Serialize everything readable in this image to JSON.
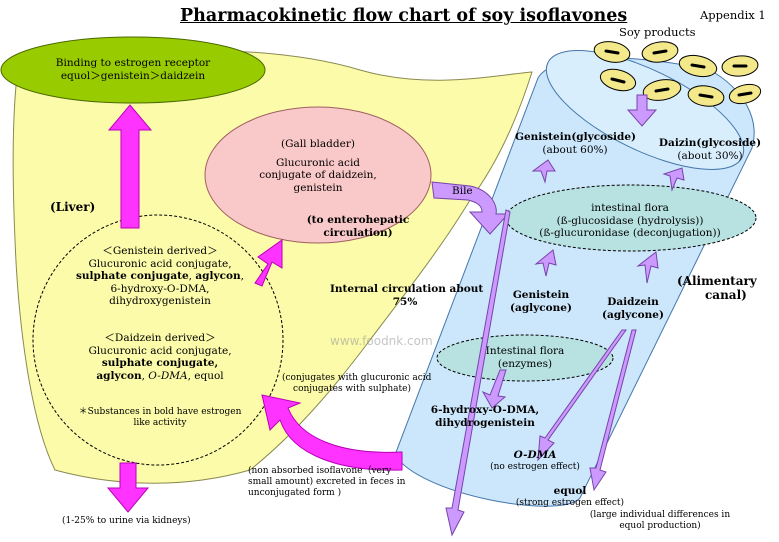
{
  "title": "Pharmacokinetic flow chart of soy isoflavones",
  "appendix": "Appendix 1",
  "soy_products": "Soy products",
  "estrogen_receptor": {
    "line1": "Binding to estrogen receptor",
    "line2": "equol＞genistein＞daidzein"
  },
  "liver_label": "(Liver)",
  "gall_bladder": {
    "line1": "(Gall bladder)",
    "line2": "Glucuronic acid",
    "line3": "conjugate of daidzein,",
    "line4": "genistein"
  },
  "enterohepatic": {
    "line1": "(to enterohepatic",
    "line2": "circulation)"
  },
  "bile": "Bile",
  "genistein_derived": {
    "heading": "＜Genistein derived＞",
    "line1": "Glucuronic acid conjugate,",
    "line2a": "sulphate conjugate",
    "line2b": ", ",
    "line2c": "aglycon",
    "line2d": ",",
    "line3": "6-hydroxy-O-DMA,",
    "line4": "dihydroxygenistein"
  },
  "daidzein_derived": {
    "heading": "＜Daidzein derived＞",
    "line1": "Glucuronic acid conjugate,",
    "line2": "sulphate conjugate,",
    "line3a": "aglycon",
    "line3b": ", ",
    "line3c": "O-DMA",
    "line3d": ", equol"
  },
  "bold_note": {
    "line1": "＊Substances in bold have estrogen",
    "line2": "like activity"
  },
  "internal_circulation": {
    "line1": "Internal circulation about",
    "line2": "75%"
  },
  "watermark": "www.foodnk.com",
  "conjugates_note": {
    "line1": "(conjugates with glucuronic acid",
    "line2": "conjugates with sulphate)"
  },
  "non_absorbed": {
    "line1": "(non absorbed isoflavone（very",
    "line2": "small amount) excreted in feces in",
    "line3": "unconjugated form )"
  },
  "urine": "(1-25% to urine via kidneys)",
  "genistein_glycoside": {
    "name": "Genistein(glycoside)",
    "amount": "(about 60%)"
  },
  "daizin_glycoside": {
    "name": "Daizin(glycoside)",
    "amount": "(about 30%)"
  },
  "intestinal_flora_1": {
    "line1": "intestinal flora",
    "line2": "(ß-glucosidase (hydrolysis))",
    "line3": "(ß-glucuronidase (deconjugation))"
  },
  "alimentary": {
    "line1": "(Alimentary",
    "line2": "canal)"
  },
  "genistein_aglycone": {
    "line1": "Genistein",
    "line2": "(aglycone)"
  },
  "daidzein_aglycone": {
    "line1": "Daidzein",
    "line2": "(aglycone)"
  },
  "intestinal_flora_2": {
    "line1": "Intestinal flora",
    "line2": "(enzymes)"
  },
  "hydroxy_dma": {
    "line1": "6-hydroxy-O-DMA,",
    "line2": "dihydrogenistein"
  },
  "odma": {
    "name": "O-DMA",
    "note": "(no estrogen effect)"
  },
  "equol": {
    "name": "equol",
    "note": "(strong estrogen effect)"
  },
  "equol_note": {
    "line1": "(large individual differences in",
    "line2": "equol production)"
  },
  "colors": {
    "liver": "#fbfbaa",
    "receptor": "#99cc00",
    "gall": "#f9c8c8",
    "canal": "#cce6fb",
    "flora": "#b8e2e2",
    "magenta": "#ff33ff",
    "violet": "#cc99ff"
  }
}
